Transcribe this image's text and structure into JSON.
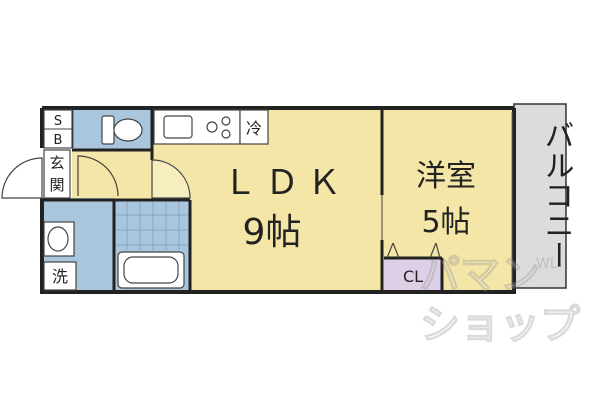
{
  "floor_plan": {
    "colors": {
      "ldk": "#f3e6a6",
      "bedroom": "#f3e6a6",
      "bath_area": "#a9c6dc",
      "entrance": "#f3e6a6",
      "balcony": "#dcdcdc",
      "closet": "#ddd0e6",
      "walls": "#222222"
    },
    "rooms": {
      "shoe_box_line1": "S",
      "shoe_box_line2": "B",
      "entrance_line1": "玄",
      "entrance_line2": "関",
      "washer": "洗",
      "ldk_name": "ＬＤＫ",
      "ldk_size": "9帖",
      "refrigerator": "冷",
      "bedroom_name": "洋室",
      "bedroom_size": "5帖",
      "closet": "CL",
      "balcony": "バルコニー"
    },
    "watermark_line1": "パマン",
    "watermark_line2": "ショップ",
    "watermark_small": "WL"
  }
}
